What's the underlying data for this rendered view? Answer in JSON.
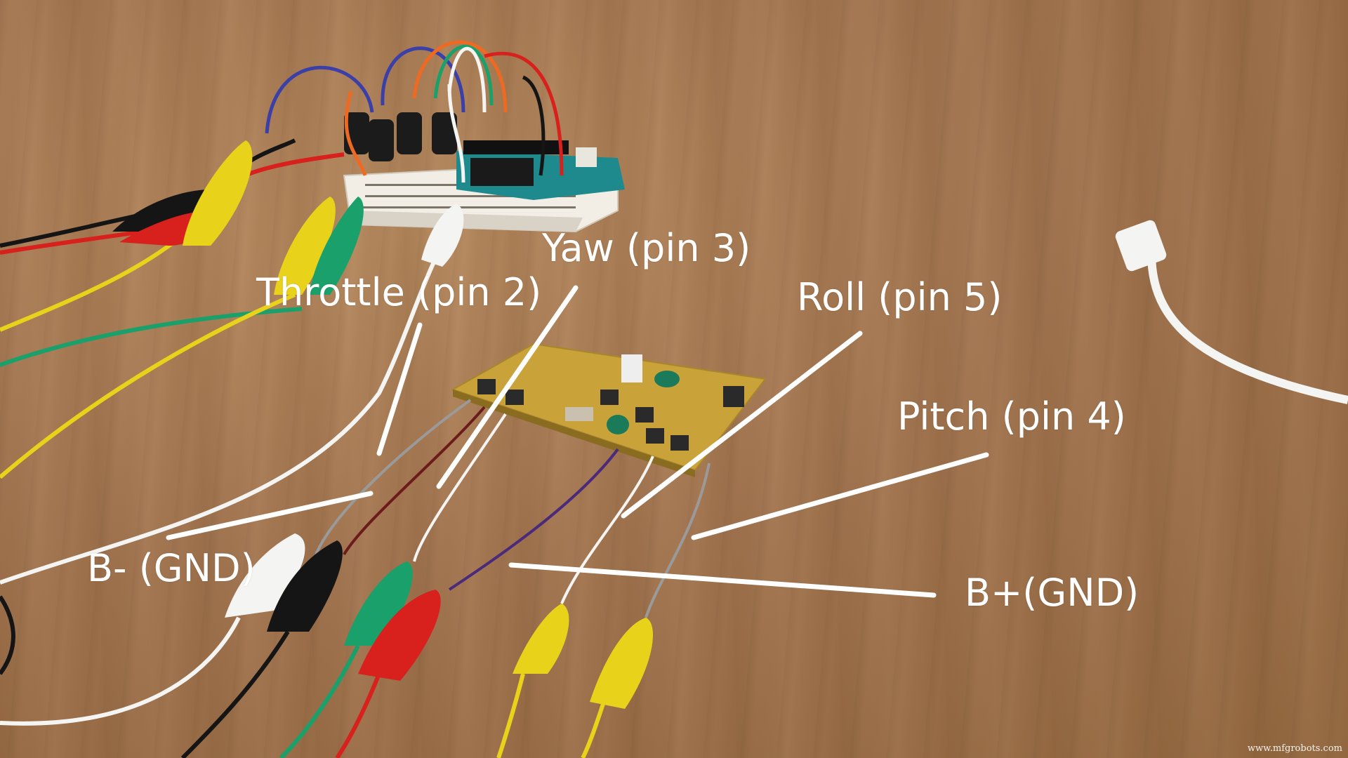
{
  "labels": {
    "yaw": "Yaw (pin 3)",
    "throttle": "Throttle (pin 2)",
    "roll": "Roll (pin 5)",
    "pitch": "Pitch (pin 4)",
    "b_minus": "B- (GND)",
    "b_plus": "B+(GND)"
  },
  "watermark": "www.mfgrobots.com",
  "colors": {
    "wood": "#a97c52",
    "pcb": "#c9a23a",
    "breadboard": "#f2eee6",
    "arduino": "#1e8a8e",
    "wire_red": "#d8201c",
    "wire_yellow": "#e8d21a",
    "wire_green": "#1aa06a",
    "wire_white": "#f4f4f2",
    "wire_black": "#151515",
    "wire_blue": "#3b3fa8",
    "wire_orange": "#ee6a22",
    "wire_purple": "#4a2a7a",
    "wire_gray": "#9a9a9a"
  }
}
